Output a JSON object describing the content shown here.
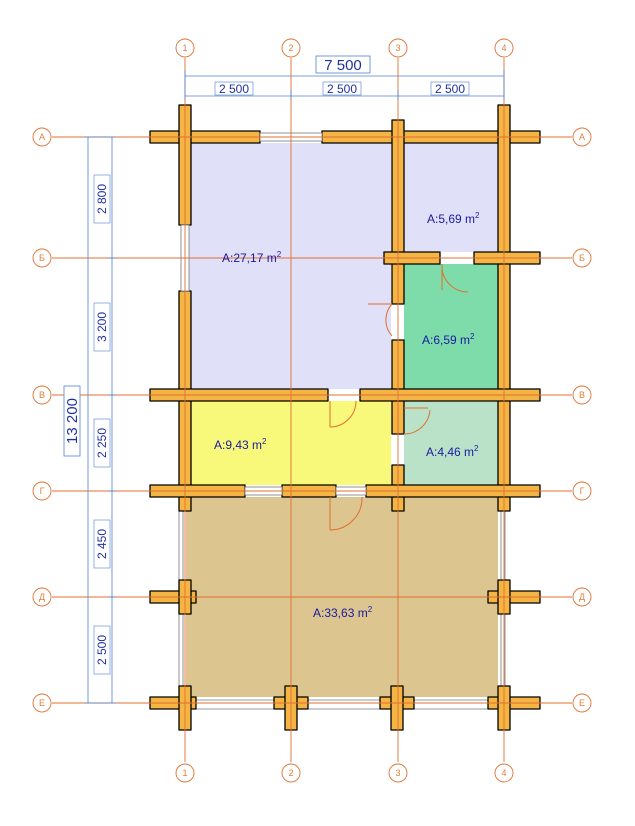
{
  "plan": {
    "column_axes": [
      "1",
      "2",
      "3",
      "4"
    ],
    "row_axes": [
      "А",
      "Б",
      "В",
      "Г",
      "Д",
      "Е"
    ],
    "total_width": "7 500",
    "column_spans": [
      "2 500",
      "2 500",
      "2 500"
    ],
    "total_height": "13 200",
    "row_spans": [
      "2 800",
      "3 200",
      "2 250",
      "2 450",
      "2 500"
    ],
    "area_unit": "m",
    "area_power": "2",
    "rooms": [
      {
        "area": "А:27,17",
        "color": "#e0e0f8"
      },
      {
        "area": "А:5,69",
        "color": "#e0e0f8"
      },
      {
        "area": "А:6,59",
        "color": "#7ddcaa"
      },
      {
        "area": "А:9,43",
        "color": "#f8f87a"
      },
      {
        "area": "А:4,46",
        "color": "#b9e2c8"
      },
      {
        "area": "А:33,63",
        "color": "#dcc58e"
      }
    ],
    "colors": {
      "log": "#f5b544",
      "log_outline": "#000000",
      "axis": "#e07030",
      "dimension": "#2030a0"
    }
  }
}
